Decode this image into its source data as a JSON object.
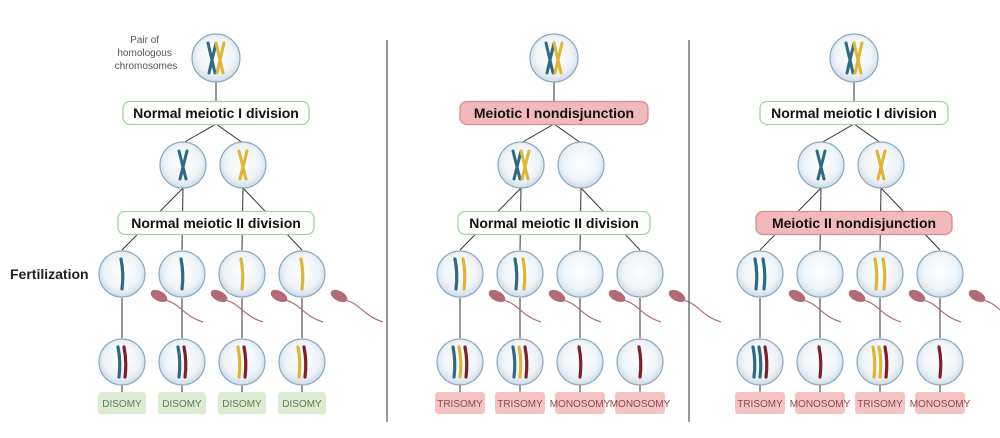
{
  "colors": {
    "blue_chromosome": "#2f6a84",
    "yellow_chromosome": "#e0b532",
    "maroon_chromosome": "#7f1f2c",
    "sperm": "#b26b76",
    "cell_fill": "#e6eef6",
    "cell_edge": "#8aa8bf",
    "normal_box_border": "#9fd39f",
    "nondisjunction_box_fill": "#f2b9bb",
    "nondisjunction_box_border": "#d88a8e",
    "disomy_fill": "#dcebd2",
    "disomy_text": "#5f7f4f",
    "abnormal_fill": "#f6c3c4",
    "abnormal_text": "#8e4a4c",
    "divider": "#555555",
    "connector": "#333333"
  },
  "labels": {
    "parent_annotation": [
      "Pair of",
      "homologous",
      "chromosomes"
    ],
    "fertilization": "Fertilization"
  },
  "panels": [
    {
      "meiosis1_label": "Normal meiotic I division",
      "meiosis1_abnormal": false,
      "meiosis2_label": "Normal meiotic II division",
      "meiosis2_abnormal": false,
      "gamete_chromosomes": [
        [
          "blue"
        ],
        [
          "blue"
        ],
        [
          "yellow"
        ],
        [
          "yellow"
        ]
      ],
      "outcomes": [
        "DISOMY",
        "DISOMY",
        "DISOMY",
        "DISOMY"
      ]
    },
    {
      "meiosis1_label": "Meiotic I nondisjunction",
      "meiosis1_abnormal": true,
      "meiosis2_label": "Normal meiotic II division",
      "meiosis2_abnormal": false,
      "gamete_chromosomes": [
        [
          "blue",
          "yellow"
        ],
        [
          "blue",
          "yellow"
        ],
        [],
        []
      ],
      "outcomes": [
        "TRISOMY",
        "TRISOMY",
        "MONOSOMY",
        "MONOSOMY"
      ]
    },
    {
      "meiosis1_label": "Normal meiotic I division",
      "meiosis1_abnormal": false,
      "meiosis2_label": "Meiotic II nondisjunction",
      "meiosis2_abnormal": true,
      "gamete_chromosomes": [
        [
          "blue",
          "blue"
        ],
        [],
        [
          "yellow",
          "yellow"
        ],
        []
      ],
      "outcomes": [
        "TRISOMY",
        "MONOSOMY",
        "TRISOMY",
        "MONOSOMY"
      ]
    }
  ]
}
